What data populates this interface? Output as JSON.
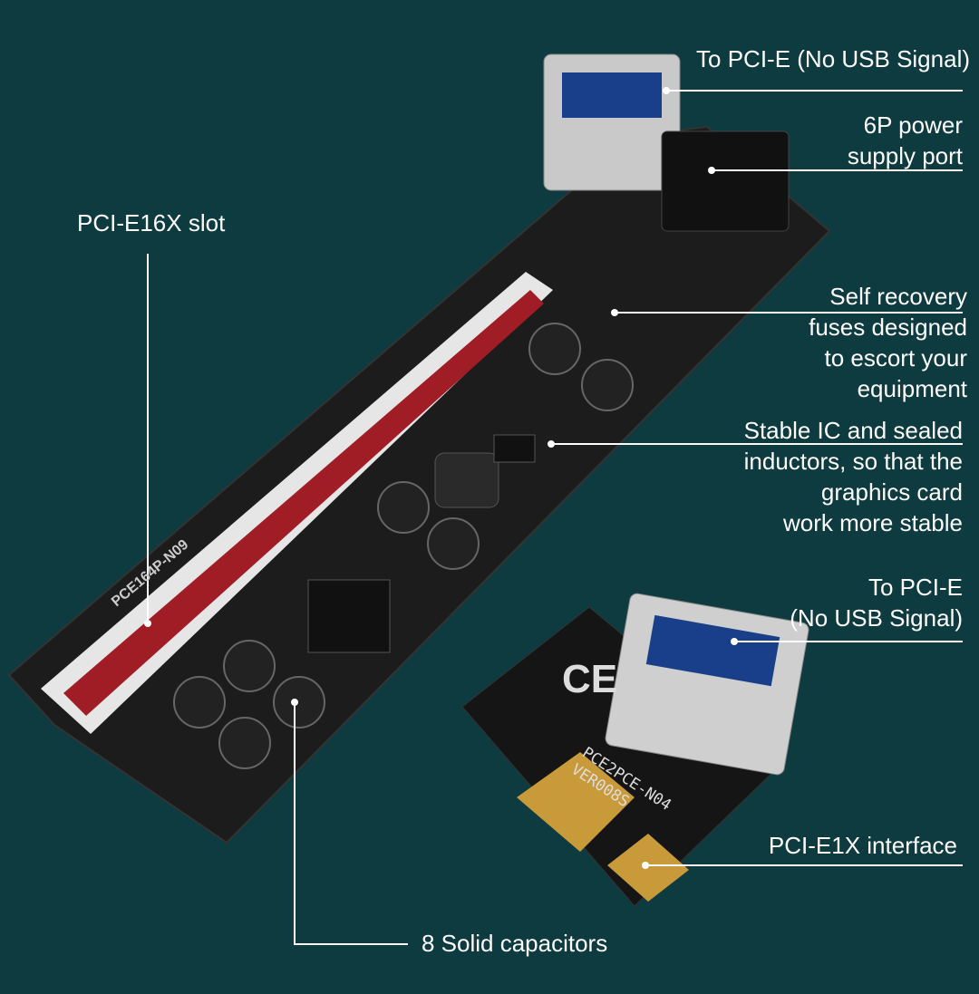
{
  "colors": {
    "background": "#0e3b40",
    "text": "#ffffff",
    "slot": "#b3202a",
    "board": "#1b1b1b"
  },
  "labels": {
    "usb_top": "To PCI-E (No USB Signal)",
    "power_port": [
      "6P power",
      "supply port"
    ],
    "slot16x": "PCI-E16X slot",
    "fuses": [
      "Self recovery",
      "fuses designed",
      "to escort your",
      "equipment"
    ],
    "ic": [
      "Stable IC and sealed",
      "inductors, so that the",
      "graphics card",
      "work more stable"
    ],
    "usb_bottom": [
      "To PCI-E",
      "(No USB Signal)"
    ],
    "interface1x": "PCI-E1X interface",
    "capacitors": "8 Solid capacitors"
  },
  "board_markings": {
    "riser": "PCE164P-N09",
    "adapter_model": "PCE2PCE-N04",
    "adapter_version": "VER008S",
    "ce": "CE"
  }
}
